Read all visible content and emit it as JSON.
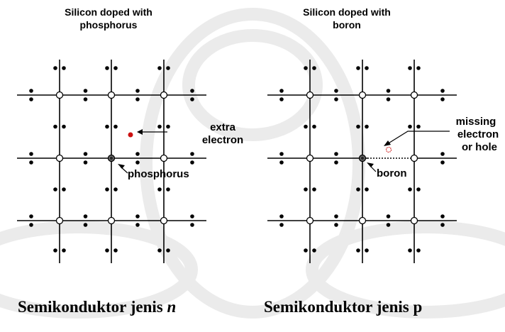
{
  "panels": {
    "left": {
      "title_line1": "Silicon doped with",
      "title_line2": "phosphorus",
      "callout_extra_line1": "extra",
      "callout_extra_line2": "electron",
      "callout_dopant": "phosphorus",
      "caption_prefix": "Semikonduktor jenis ",
      "caption_emph": "n"
    },
    "right": {
      "title_line1": "Silicon doped with",
      "title_line2": "boron",
      "callout_missing_line1": "missing",
      "callout_missing_line2": "electron",
      "callout_missing_line3": "or hole",
      "callout_dopant": "boron",
      "caption": "Semikonduktor jenis p"
    }
  },
  "colors": {
    "background": "#ffffff",
    "watermark": "#ebebeb",
    "extra_electron": "#cc1111",
    "hole": "#cc1111",
    "lines": "#000000"
  }
}
